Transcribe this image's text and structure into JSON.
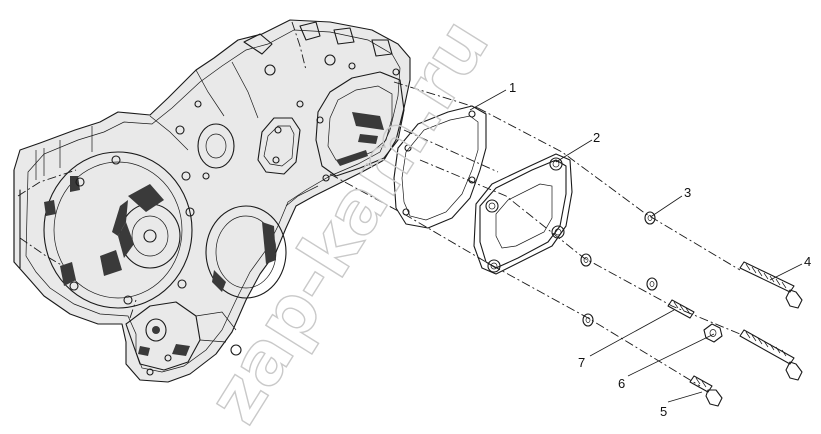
{
  "corner_mark": "",
  "watermark": "zap-kam.ru",
  "callouts": [
    {
      "label": "1",
      "name": "gasket"
    },
    {
      "label": "2",
      "name": "cover-plate"
    },
    {
      "label": "3",
      "name": "washer"
    },
    {
      "label": "4",
      "name": "long-bolt"
    },
    {
      "label": "5",
      "name": "short-bolt"
    },
    {
      "label": "6",
      "name": "nut"
    },
    {
      "label": "7",
      "name": "stud"
    }
  ],
  "colors": {
    "line": "#1a1a1a",
    "watermark": "#c9c9c9",
    "background": "#ffffff"
  }
}
